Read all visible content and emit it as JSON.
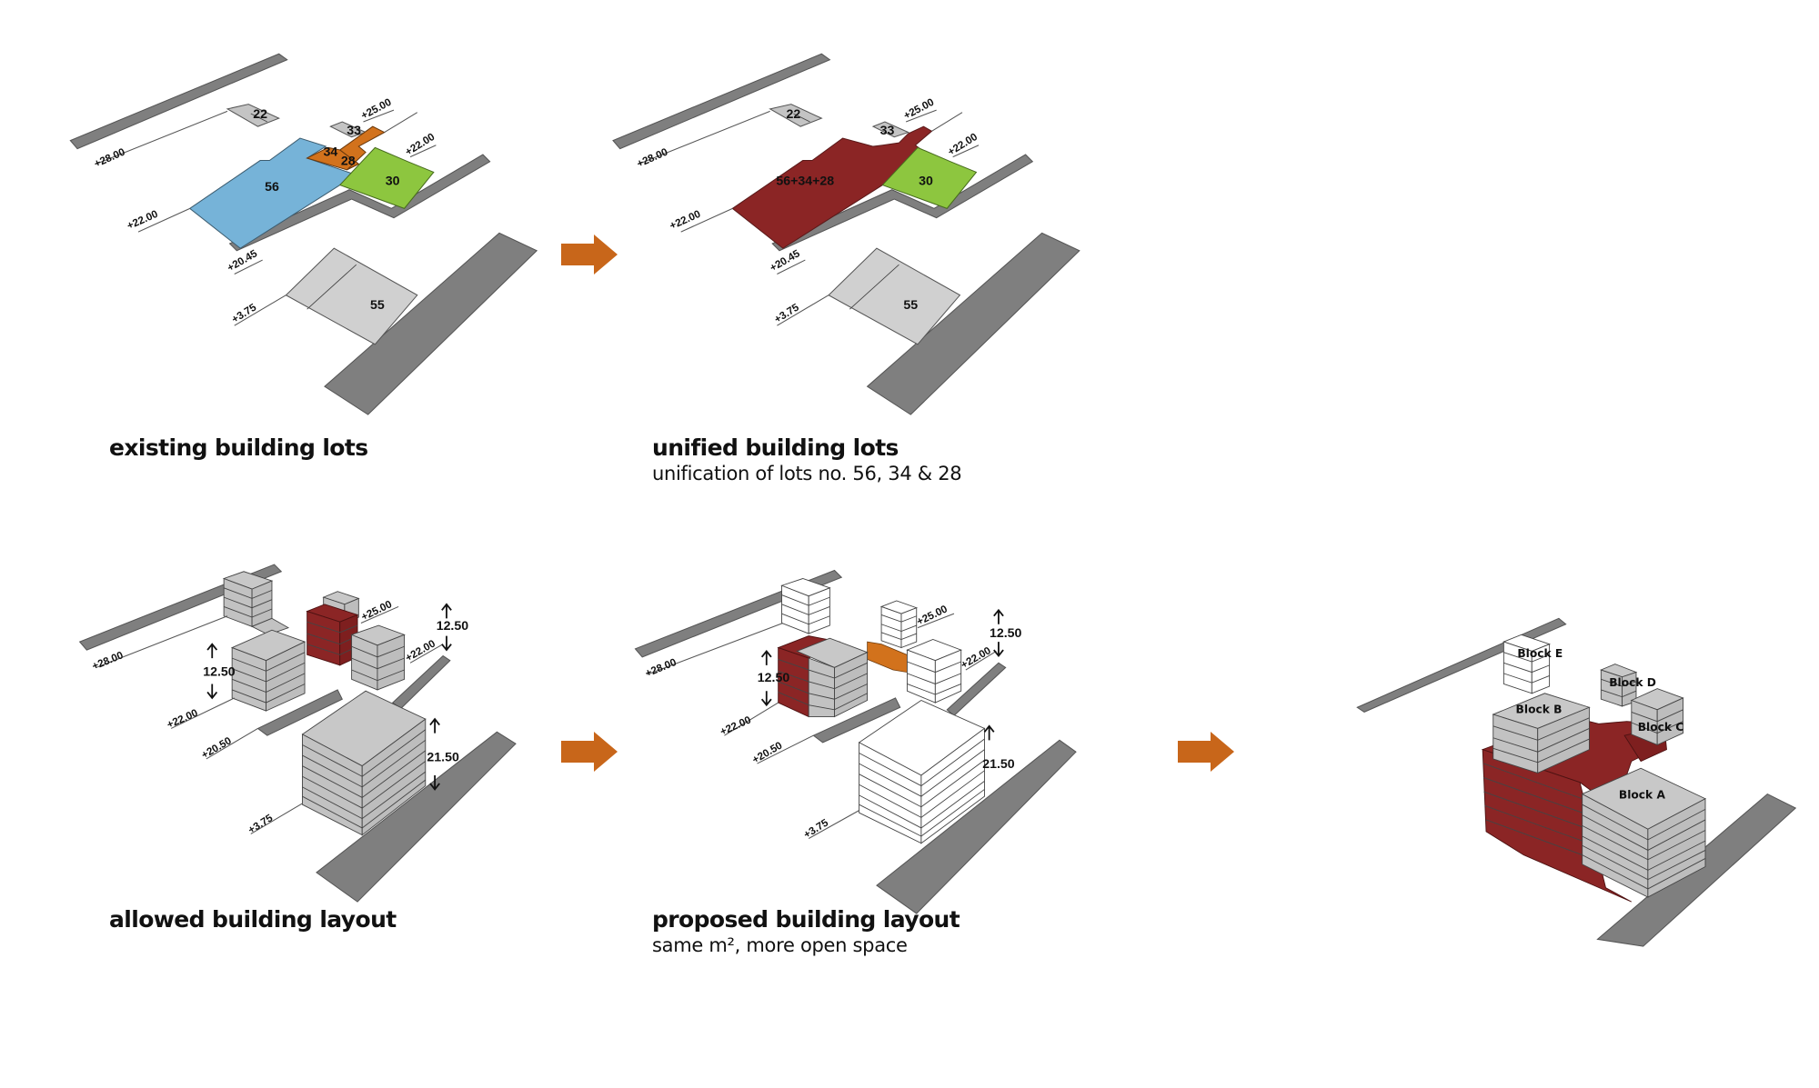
{
  "colors": {
    "lot_blue": "#76b3d8",
    "lot_orange": "#d2721c",
    "lot_green": "#8dc63f",
    "lot_red": "#8b2525",
    "road_grey": "#7f7f7f",
    "arrow_orange": "#c8661a"
  },
  "panels": [
    {
      "title": "existing building lots",
      "lots": [
        {
          "number": "22"
        },
        {
          "number": "33"
        },
        {
          "number": "34"
        },
        {
          "number": "28"
        },
        {
          "number": "56"
        },
        {
          "number": "30"
        },
        {
          "number": "55"
        }
      ],
      "levels": [
        "+28.00",
        "+25.00",
        "+22.00",
        "+22.00",
        "+20.45",
        "+3.75"
      ]
    },
    {
      "title": "unified building lots",
      "subtitle": "unification of lots no. 56, 34 & 28",
      "lots": [
        {
          "number": "22"
        },
        {
          "number": "33"
        },
        {
          "number": "56+34+28"
        },
        {
          "number": "30"
        },
        {
          "number": "55"
        }
      ],
      "levels": [
        "+28.00",
        "+25.00",
        "+22.00",
        "+22.00",
        "+20.45",
        "+3.75"
      ]
    },
    {
      "title": "allowed building layout",
      "levels": [
        "+28.00",
        "+25.00",
        "+22.00",
        "+22.00",
        "+20.50",
        "+3.75"
      ],
      "heights": [
        "12.50",
        "12.50",
        "21.50"
      ]
    },
    {
      "title": "proposed building layout",
      "subtitle": "same m², more open space",
      "levels": [
        "+28.00",
        "+25.00",
        "+22.00",
        "+22.00",
        "+20.50",
        "+3.75"
      ],
      "heights": [
        "12.50",
        "12.50",
        "21.50"
      ]
    },
    {
      "blocks": [
        "Block E",
        "Block D",
        "Block B",
        "Block C",
        "Block A"
      ]
    }
  ],
  "arrows": [
    {
      "icon": "right-arrow-icon"
    },
    {
      "icon": "right-arrow-icon"
    },
    {
      "icon": "right-arrow-icon"
    }
  ]
}
